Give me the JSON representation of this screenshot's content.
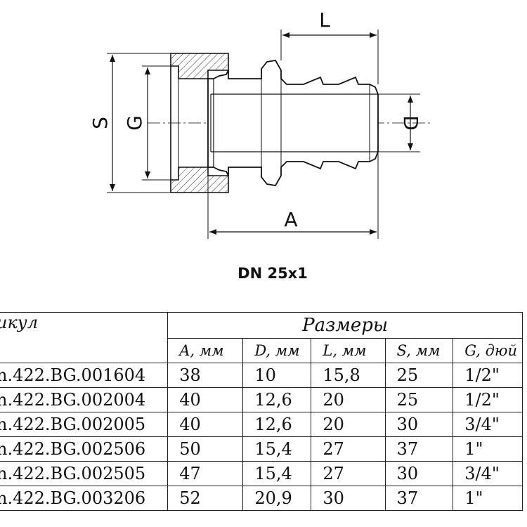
{
  "drawing": {
    "dimension_labels": {
      "L": "L",
      "S": "S",
      "G": "G",
      "D": "D",
      "A": "A"
    },
    "caption": "DN 25x1"
  },
  "table": {
    "article_header": "икул",
    "group_header": "Размеры",
    "columns": [
      "A, мм",
      "D, мм",
      "L, мм",
      "S, мм",
      "G, дюй"
    ],
    "rows": [
      {
        "article": "n.422.BG.001604",
        "values": [
          "38",
          "10",
          "15,8",
          "25",
          "1/2\""
        ]
      },
      {
        "article": "n.422.BG.002004",
        "values": [
          "40",
          "12,6",
          "20",
          "25",
          "1/2\""
        ]
      },
      {
        "article": "n.422.BG.002005",
        "values": [
          "40",
          "12,6",
          "20",
          "30",
          "3/4\""
        ]
      },
      {
        "article": "n.422.BG.002506",
        "values": [
          "50",
          "15,4",
          "27",
          "37",
          "1\""
        ]
      },
      {
        "article": "n.422.BG.002505",
        "values": [
          "47",
          "15,4",
          "27",
          "30",
          "3/4\""
        ]
      },
      {
        "article": "n.422.BG.003206",
        "values": [
          "52",
          "20,9",
          "30",
          "37",
          "1\""
        ]
      }
    ]
  }
}
